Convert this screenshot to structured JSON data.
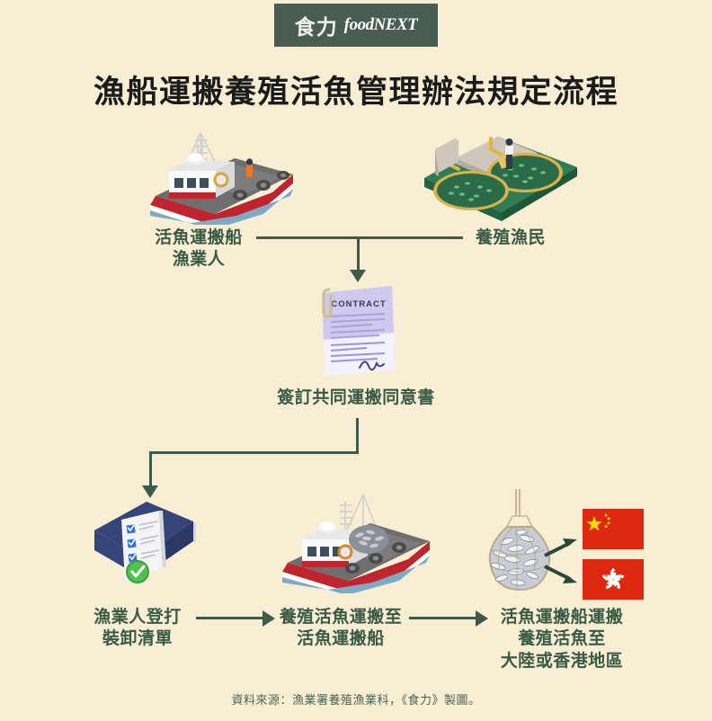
{
  "brand": {
    "logo_cn": "食力",
    "logo_en": "foodNEXT",
    "logo_bg": "#4a5d52"
  },
  "title": "漁船運搬養殖活魚管理辦法規定流程",
  "colors": {
    "background": "#f7eed3",
    "text_green": "#3a5a45",
    "connector_green": "#3f5a49",
    "title_black": "#1b1b1b",
    "boat_hull_red": "#c0242e",
    "farm_green": "#2f7d55",
    "contract_purple": "#cfc9ef",
    "monitor_blue": "#36447c",
    "check_green": "#49b14a",
    "flag_red": "#de2910"
  },
  "nodes": {
    "carrier_vessel": {
      "label_line1": "活魚運搬船",
      "label_line2": "漁業人",
      "icon": "fishing-boat-illustration"
    },
    "fish_farmer": {
      "label_line1": "養殖漁民",
      "icon": "aquaculture-pond-illustration"
    },
    "contract": {
      "label": "簽訂共同運搬同意書",
      "doc_heading": "CONTRACT",
      "icon": "contract-document-illustration"
    },
    "manifest": {
      "label_line1": "漁業人登打",
      "label_line2": "裝卸清單",
      "icon": "computer-checklist-illustration"
    },
    "transfer": {
      "label_line1": "養殖活魚運搬至",
      "label_line2": "活魚運搬船",
      "icon": "fishing-boat-loading-illustration"
    },
    "destination": {
      "label_line1": "活魚運搬船運搬",
      "label_line2": "養殖活魚至",
      "label_line3": "大陸或香港地區",
      "icon": "fish-net-illustration",
      "flags": [
        {
          "name": "china-flag",
          "label": "大陸"
        },
        {
          "name": "hong-kong-flag",
          "label": "香港"
        }
      ]
    }
  },
  "footer": "資料來源：漁業署養殖漁業科，《食力》製圖。"
}
